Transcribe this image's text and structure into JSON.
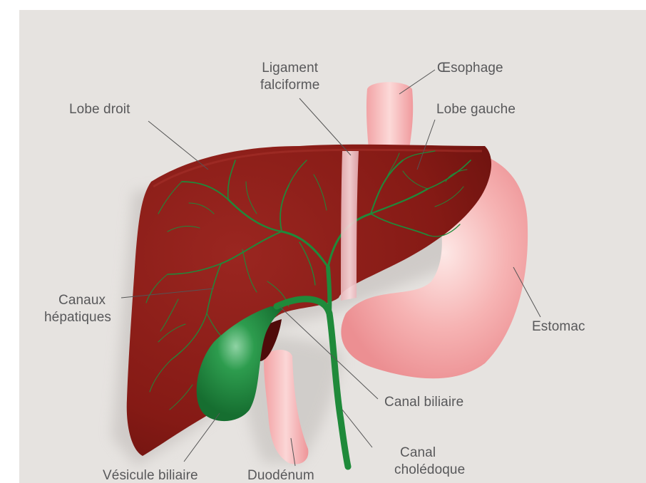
{
  "labels": {
    "ligament": [
      "Ligament",
      "falciforme"
    ],
    "oesophage": "Œsophage",
    "lobe_droit": "Lobe droit",
    "lobe_gauche": "Lobe gauche",
    "canaux": [
      "Canaux",
      "hépatiques"
    ],
    "estomac": "Estomac",
    "canal_biliaire": "Canal biliaire",
    "canal_choledoque": [
      "Canal",
      "cholédoque"
    ],
    "vesicule": "Vésicule biliaire",
    "duodenum": "Duodénum"
  },
  "colors": {
    "background": "#e6e3e0",
    "liver": "#8a1c17",
    "bile_ducts": "#1f8a3a",
    "gallbladder": "#1d8b3e",
    "stomach": "#f4a7a7",
    "ligament": "#f3c9cc",
    "text": "#58585a"
  }
}
